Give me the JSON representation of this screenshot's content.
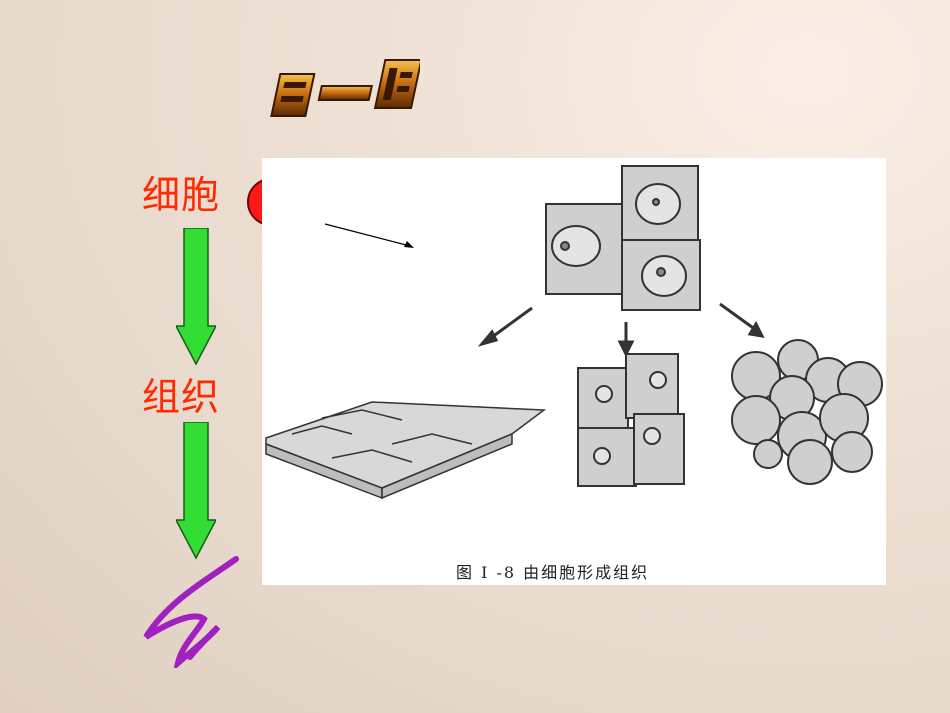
{
  "slide": {
    "title_art": "想一想",
    "label_cell": "细胞",
    "label_tissue": "组织",
    "figure": {
      "caption": "图 I -8   由细胞形成组织"
    }
  },
  "colors": {
    "label": "#ff2a00",
    "arrow_fill": "#33dd33",
    "arrow_stroke": "#1a5c1a",
    "cell_dot": "#ff1a1a",
    "squiggle": "#a020c0"
  }
}
